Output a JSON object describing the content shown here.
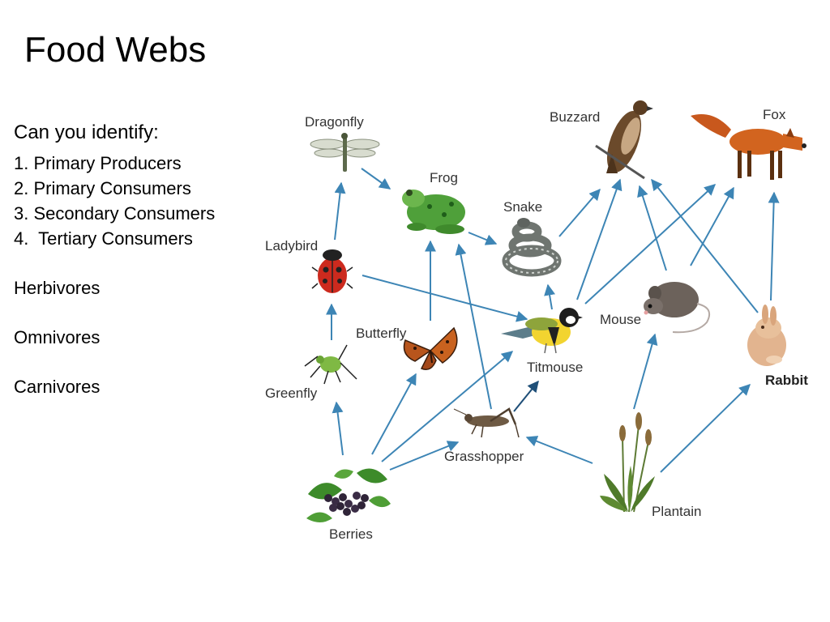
{
  "title": "Food Webs",
  "prompt": "Can you identify:",
  "questions": [
    "1. Primary Producers",
    "2. Primary Consumers",
    "3. Secondary Consumers",
    "4.  Tertiary Consumers"
  ],
  "categories": [
    "Herbivores",
    "Omnivores",
    "Carnivores"
  ],
  "organisms": {
    "dragonfly": "Dragonfly",
    "frog": "Frog",
    "buzzard": "Buzzard",
    "fox": "Fox",
    "snake": "Snake",
    "ladybird": "Ladybird",
    "butterfly": "Butterfly",
    "titmouse": "Titmouse",
    "mouse": "Mouse",
    "rabbit": "Rabbit",
    "greenfly": "Greenfly",
    "grasshopper": "Grasshopper",
    "berries": "Berries",
    "plantain": "Plantain"
  },
  "links": [
    {
      "from": "Greenfly",
      "to": "Ladybird"
    },
    {
      "from": "Ladybird",
      "to": "Dragonfly"
    },
    {
      "from": "Ladybird",
      "to": "Titmouse"
    },
    {
      "from": "Dragonfly",
      "to": "Frog"
    },
    {
      "from": "Butterfly",
      "to": "Frog"
    },
    {
      "from": "Grasshopper",
      "to": "Frog"
    },
    {
      "from": "Frog",
      "to": "Snake"
    },
    {
      "from": "Titmouse",
      "to": "Snake"
    },
    {
      "from": "Snake",
      "to": "Buzzard"
    },
    {
      "from": "Titmouse",
      "to": "Buzzard"
    },
    {
      "from": "Mouse",
      "to": "Buzzard"
    },
    {
      "from": "Rabbit",
      "to": "Buzzard"
    },
    {
      "from": "Titmouse",
      "to": "Fox"
    },
    {
      "from": "Mouse",
      "to": "Fox"
    },
    {
      "from": "Rabbit",
      "to": "Fox"
    },
    {
      "from": "Berries",
      "to": "Greenfly"
    },
    {
      "from": "Berries",
      "to": "Butterfly"
    },
    {
      "from": "Berries",
      "to": "Titmouse"
    },
    {
      "from": "Berries",
      "to": "Grasshopper"
    },
    {
      "from": "Grasshopper",
      "to": "Titmouse"
    },
    {
      "from": "Plantain",
      "to": "Grasshopper"
    },
    {
      "from": "Plantain",
      "to": "Mouse"
    },
    {
      "from": "Plantain",
      "to": "Rabbit"
    }
  ]
}
